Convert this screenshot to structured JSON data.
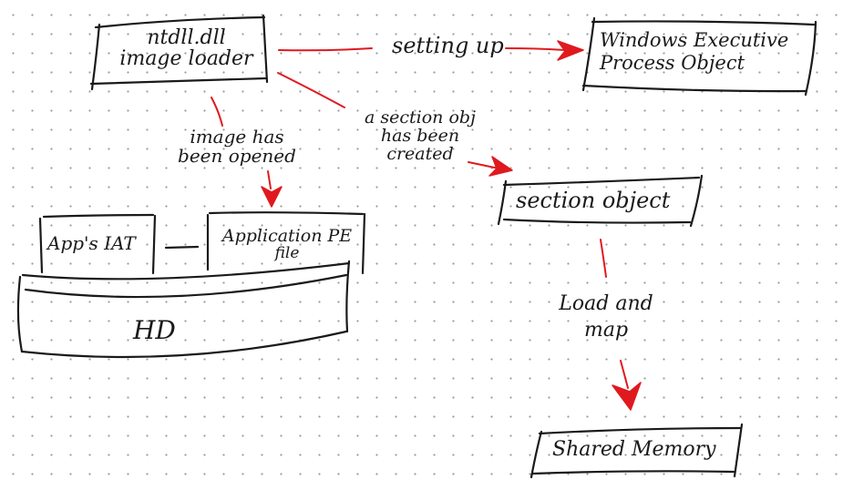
{
  "nodes": {
    "ntdll_loader": {
      "line1": "ntdll.dll",
      "line2": "image loader"
    },
    "exec_process": {
      "line1": "Windows Executive",
      "line2": "Process Object"
    },
    "section_object": {
      "label": "section object"
    },
    "app_iat": {
      "label": "App's IAT"
    },
    "application_pe": {
      "line1": "Application PE",
      "line2": "file"
    },
    "hd": {
      "label": "HD"
    },
    "shared_memory": {
      "label": "Shared Memory"
    }
  },
  "edges": {
    "setting_up": {
      "label": "setting up"
    },
    "section_created": {
      "line1": "a section obj",
      "line2": "has been",
      "line3": "created"
    },
    "image_opened": {
      "line1": "image has",
      "line2": "been opened"
    },
    "load_map": {
      "line1": "Load and",
      "line2": "map"
    }
  },
  "colors": {
    "ink": "#1a1a1a",
    "edge": "#e0191f",
    "grid_dots": "#9a9a9a"
  }
}
